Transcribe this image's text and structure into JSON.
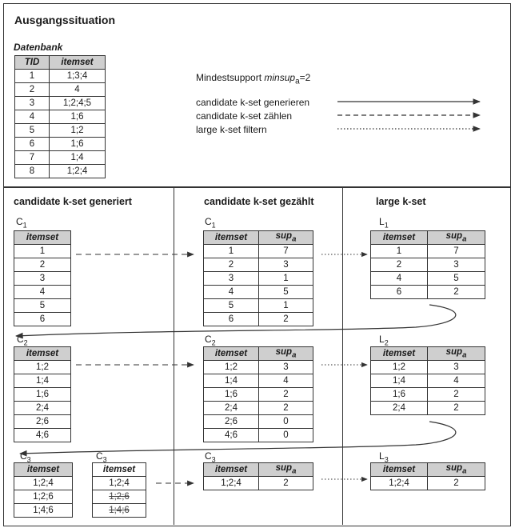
{
  "top": {
    "title": "Ausgangssituation",
    "db_caption": "Datenbank",
    "db_headers": [
      "TID",
      "itemset"
    ],
    "db_rows": [
      [
        "1",
        "1;3;4"
      ],
      [
        "2",
        "4"
      ],
      [
        "3",
        "1;2;4;5"
      ],
      [
        "4",
        "1;6"
      ],
      [
        "5",
        "1;2"
      ],
      [
        "6",
        "1;6"
      ],
      [
        "7",
        "1;4"
      ],
      [
        "8",
        "1;2;4"
      ]
    ],
    "minsup_prefix": "Mindestsupport ",
    "minsup_var": "minsup",
    "minsup_sub": "a",
    "minsup_value": "=2",
    "legend": [
      {
        "label": "candidate k-set generieren",
        "style": "solid"
      },
      {
        "label": "candidate k-set zählen",
        "style": "dashed"
      },
      {
        "label": "large k-set filtern",
        "style": "dotted"
      }
    ]
  },
  "columns": {
    "generated": "candidate k-set generiert",
    "counted": "candidate k-set gezählt",
    "large": "large k-set"
  },
  "set_labels": {
    "c1a": {
      "letter": "C",
      "sub": "1"
    },
    "c1b": {
      "letter": "C",
      "sub": "1"
    },
    "l1": {
      "letter": "L",
      "sub": "1"
    },
    "c2a": {
      "letter": "C",
      "sub": "2"
    },
    "c2b": {
      "letter": "C",
      "sub": "2"
    },
    "l2": {
      "letter": "L",
      "sub": "2"
    },
    "c3a": {
      "letter": "C",
      "sub": "3"
    },
    "c3b": {
      "letter": "C",
      "sub": "3"
    },
    "c3c": {
      "letter": "C",
      "sub": "3"
    },
    "l3": {
      "letter": "L",
      "sub": "3"
    }
  },
  "headers": {
    "itemset": "itemset",
    "sup": "sup",
    "sup_sub": "a"
  },
  "tables": {
    "gen_c1": [
      "1",
      "2",
      "3",
      "4",
      "5",
      "6"
    ],
    "cnt_c1": [
      [
        "1",
        "7"
      ],
      [
        "2",
        "3"
      ],
      [
        "3",
        "1"
      ],
      [
        "4",
        "5"
      ],
      [
        "5",
        "1"
      ],
      [
        "6",
        "2"
      ]
    ],
    "large_l1": [
      [
        "1",
        "7"
      ],
      [
        "2",
        "3"
      ],
      [
        "4",
        "5"
      ],
      [
        "6",
        "2"
      ]
    ],
    "gen_c2": [
      "1;2",
      "1;4",
      "1;6",
      "2;4",
      "2;6",
      "4;6"
    ],
    "cnt_c2": [
      [
        "1;2",
        "3"
      ],
      [
        "1;4",
        "4"
      ],
      [
        "1;6",
        "2"
      ],
      [
        "2;4",
        "2"
      ],
      [
        "2;6",
        "0"
      ],
      [
        "4;6",
        "0"
      ]
    ],
    "large_l2": [
      [
        "1;2",
        "3"
      ],
      [
        "1;4",
        "4"
      ],
      [
        "1;6",
        "2"
      ],
      [
        "2;4",
        "2"
      ]
    ],
    "gen_c3": [
      "1;2;4",
      "1;2;6",
      "1;4;6"
    ],
    "pruned_c3": [
      {
        "v": "1;2;4",
        "struck": false
      },
      {
        "v": "1;2;6",
        "struck": true
      },
      {
        "v": "1;4;6",
        "struck": true
      }
    ],
    "cnt_c3": [
      [
        "1;2;4",
        "2"
      ]
    ],
    "large_l3": [
      [
        "1;2;4",
        "2"
      ]
    ]
  }
}
